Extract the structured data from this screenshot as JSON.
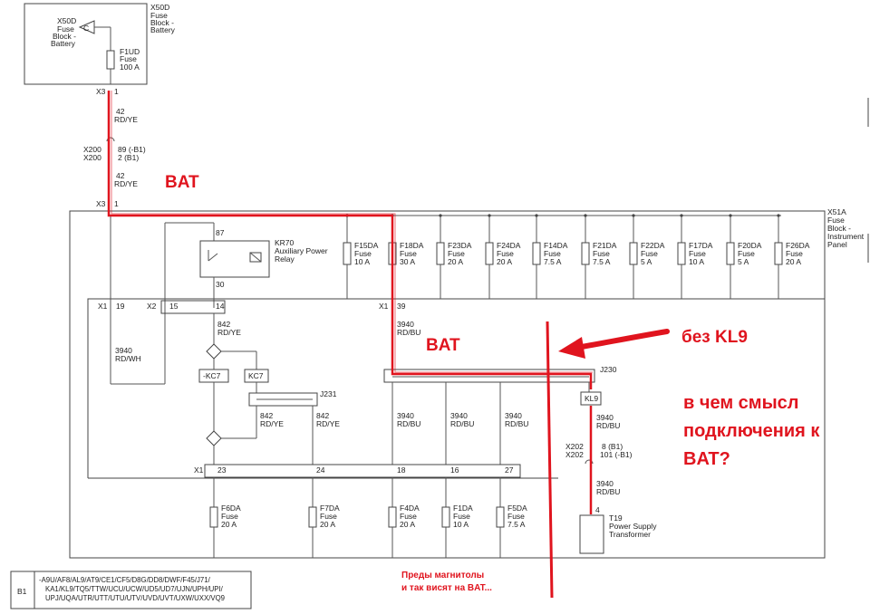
{
  "top_block": {
    "id": "X50D",
    "name": "Fuse Block - Battery",
    "inner_id": "X50D",
    "inner_lines": [
      "Fuse",
      "Block -",
      "Battery"
    ],
    "terminal": "C"
  },
  "f1ud": {
    "id": "F1UD",
    "type": "Fuse",
    "rating": "100 A"
  },
  "wires": {
    "w42_a": {
      "num": "42",
      "color": "RD/YE"
    },
    "x200": {
      "c1": "X200",
      "c2": "X200",
      "p1": "89 (-B1)",
      "p2": "2 (B1)"
    },
    "w42_b": {
      "num": "42",
      "color": "RD/YE"
    },
    "w842_a": {
      "num": "842",
      "color": "RD/YE"
    },
    "w3940_wh": {
      "num": "3940",
      "color": "RD/WH"
    },
    "w3940_x1": {
      "num": "3940",
      "color": "RD/BU"
    },
    "w842_b": {
      "num": "842",
      "color": "RD/YE"
    },
    "w842_c": {
      "num": "842",
      "color": "RD/YE"
    },
    "w3940_r1": {
      "num": "3940",
      "color": "RD/BU"
    },
    "w3940_r2": {
      "num": "3940",
      "color": "RD/BU"
    },
    "w3940_r3": {
      "num": "3940",
      "color": "RD/BU"
    },
    "w3940_kl9": {
      "num": "3940",
      "color": "RD/BU"
    },
    "x202": {
      "c1": "X202",
      "c2": "X202",
      "p1": "8 (B1)",
      "p2": "101 (-B1)"
    },
    "w3940_t19": {
      "num": "3940",
      "color": "RD/BU"
    }
  },
  "connectors": {
    "x3_top": "X3",
    "x3_top_pin": "1",
    "x3_mid": "X3",
    "x3_mid_pin": "1",
    "x1_19": "X1",
    "pin19": "19",
    "x2_15": "X2",
    "pin15": "15",
    "pin14": "14",
    "x1_39": "X1",
    "pin39": "39",
    "x1_bot": "X1",
    "pin23": "23",
    "pin24": "24",
    "pin18": "18",
    "pin16": "16",
    "pin27": "27"
  },
  "x51a": {
    "id": "X51A",
    "lines": [
      "Fuse",
      "Block -",
      "Instrument",
      "Panel"
    ]
  },
  "kr70": {
    "id": "KR70",
    "name_l1": "Auxiliary Power",
    "name_l2": "Relay",
    "pin87": "87",
    "pin30": "30"
  },
  "top_fuses": [
    {
      "id": "F15DA",
      "type": "Fuse",
      "rating": "10 A"
    },
    {
      "id": "F18DA",
      "type": "Fuse",
      "rating": "30 A"
    },
    {
      "id": "F23DA",
      "type": "Fuse",
      "rating": "20 A"
    },
    {
      "id": "F24DA",
      "type": "Fuse",
      "rating": "20 A"
    },
    {
      "id": "F14DA",
      "type": "Fuse",
      "rating": "7.5 A"
    },
    {
      "id": "F21DA",
      "type": "Fuse",
      "rating": "7.5 A"
    },
    {
      "id": "F22DA",
      "type": "Fuse",
      "rating": "5 A"
    },
    {
      "id": "F17DA",
      "type": "Fuse",
      "rating": "10 A"
    },
    {
      "id": "F20DA",
      "type": "Fuse",
      "rating": "5 A"
    },
    {
      "id": "F26DA",
      "type": "Fuse",
      "rating": "20 A"
    }
  ],
  "bottom_fuses": [
    {
      "id": "F6DA",
      "type": "Fuse",
      "rating": "20 A"
    },
    {
      "id": "F7DA",
      "type": "Fuse",
      "rating": "20 A"
    },
    {
      "id": "F4DA",
      "type": "Fuse",
      "rating": "20 A"
    },
    {
      "id": "F1DA",
      "type": "Fuse",
      "rating": "10 A"
    },
    {
      "id": "F5DA",
      "type": "Fuse",
      "rating": "7.5 A"
    }
  ],
  "kc7": {
    "left": "-KC7",
    "right": "KC7"
  },
  "j231": "J231",
  "j230": "J230",
  "kl9_box": "KL9",
  "t19": {
    "pin": "4",
    "id": "T19",
    "l1": "Power Supply",
    "l2": "Transformer"
  },
  "b1": {
    "label": "B1",
    "lines": [
      "-A9U/AF8/AL9/AT9/CE1/CF5/D8G/DD8/DWF/F45/J71/",
      "KA1/KL9/TQ5/TTW/UCU/UCW/UD5/UD7/UJN/UPH/UPI/",
      "UPJ/UQA/UTR/UTT/UTU/UTV/UVD/UVT/UXW/UXX/VQ9"
    ]
  },
  "annotations": {
    "bat1": "BAT",
    "bat2": "BAT",
    "no_kl9": "без KL9",
    "question_l1": "в чем смысл",
    "question_l2": "подключения к",
    "question_l3": "BAT?",
    "note_l1": "Преды магнитолы",
    "note_l2": "и так висят на BAT..."
  },
  "colors": {
    "annotation_red": "#e0141e",
    "wire": "#555555"
  }
}
